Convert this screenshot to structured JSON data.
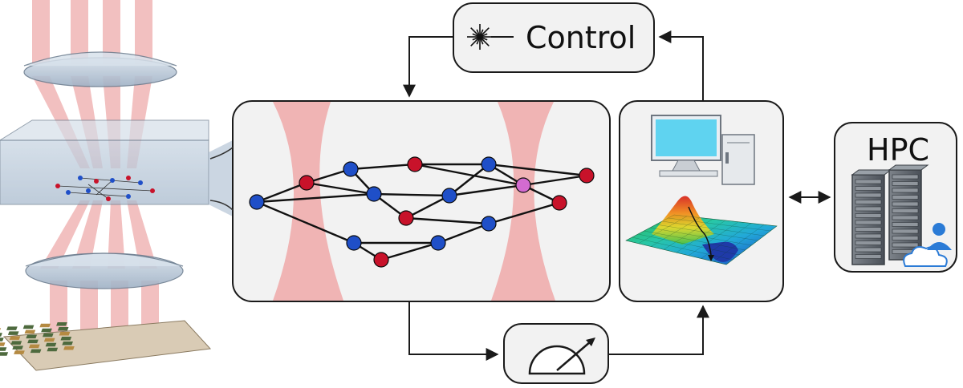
{
  "diagram": {
    "labels": {
      "control": "Control",
      "hpc": "HPC"
    },
    "icons": {
      "laser": "laser-starburst-icon",
      "measurement": "gauge-meter-icon",
      "computer": "desktop-computer-icon",
      "landscape": "energy-landscape-surface-icon",
      "server": "server-rack-icon",
      "user": "user-icon",
      "cloud": "cloud-icon"
    },
    "colors": {
      "beam": "#e98d8d",
      "atom_blue": "#1f4fc8",
      "atom_red": "#c8122a",
      "atom_pink": "#d36bd0",
      "glass": "#b9c8da",
      "box_fill": "#f2f2f2",
      "stroke": "#1a1a1a"
    },
    "graph": {
      "nodes": [
        {
          "id": 1,
          "color": "blue"
        },
        {
          "id": 2,
          "color": "red"
        },
        {
          "id": 3,
          "color": "blue"
        },
        {
          "id": 4,
          "color": "red"
        },
        {
          "id": 5,
          "color": "blue"
        },
        {
          "id": 6,
          "color": "blue"
        },
        {
          "id": 7,
          "color": "red"
        },
        {
          "id": 8,
          "color": "blue"
        },
        {
          "id": 9,
          "color": "pink"
        },
        {
          "id": 10,
          "color": "red"
        },
        {
          "id": 11,
          "color": "red"
        },
        {
          "id": 12,
          "color": "blue"
        },
        {
          "id": 13,
          "color": "blue"
        },
        {
          "id": 14,
          "color": "blue"
        },
        {
          "id": 15,
          "color": "blue"
        },
        {
          "id": 16,
          "color": "red"
        }
      ],
      "edges": [
        [
          1,
          2
        ],
        [
          1,
          5
        ],
        [
          2,
          3
        ],
        [
          3,
          4
        ],
        [
          4,
          8
        ],
        [
          8,
          11
        ],
        [
          4,
          9
        ],
        [
          9,
          11
        ],
        [
          2,
          5
        ],
        [
          5,
          6
        ],
        [
          6,
          8
        ],
        [
          8,
          9
        ],
        [
          9,
          10
        ],
        [
          5,
          7
        ],
        [
          7,
          6
        ],
        [
          6,
          9
        ],
        [
          7,
          14
        ],
        [
          14,
          10
        ],
        [
          1,
          13
        ],
        [
          13,
          15
        ],
        [
          15,
          14
        ],
        [
          15,
          16
        ],
        [
          16,
          13
        ],
        [
          3,
          5
        ]
      ]
    }
  }
}
